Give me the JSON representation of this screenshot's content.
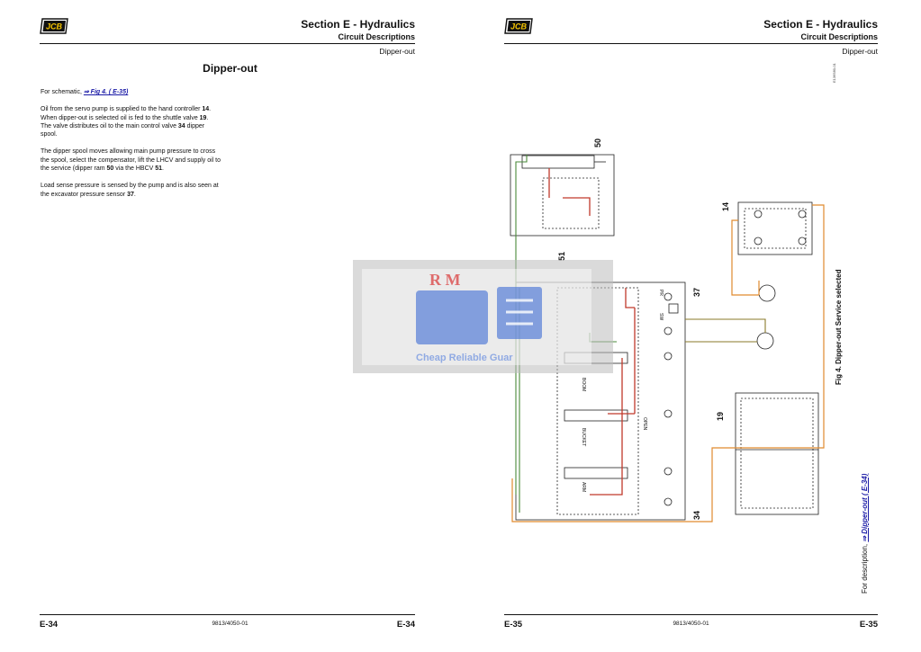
{
  "left_page": {
    "header": {
      "title": "Section E - Hydraulics",
      "subtitle": "Circuit Descriptions",
      "topic": "Dipper-out"
    },
    "heading": "Dipper-out",
    "para1": {
      "prefix": "For schematic, ",
      "link": "⇒ Fig 4. ( E-35)"
    },
    "para2": {
      "t1": "Oil from the servo pump is supplied to the hand controller ",
      "b1": "14",
      "t2": ". When dipper-out is selected oil is fed to the shuttle valve ",
      "b2": "19",
      "t3": ". The valve distributes oil to the main control valve ",
      "b3": "34",
      "t4": " dipper spool."
    },
    "para3": {
      "t1": "The dipper spool moves allowing main pump pressure to cross the spool, select the compensator, lift the LHCV and supply oil to the service (dipper ram ",
      "b1": "50",
      "t2": " via the HBCV ",
      "b2": "51",
      "t3": "."
    },
    "para4": {
      "t1": "Load sense pressure is sensed by the pump and is also seen at the excavator pressure sensor ",
      "b1": "37",
      "t2": "."
    },
    "footer": {
      "page": "E-34",
      "doc": "9813/4050-01"
    }
  },
  "right_page": {
    "header": {
      "title": "Section E - Hydraulics",
      "subtitle": "Circuit Descriptions",
      "topic": "Dipper-out"
    },
    "drawing_id": "E136580-01",
    "figure_caption": "Fig 4. Dipper-out Service selected",
    "description": {
      "prefix": "For description, ",
      "link": "⇒ Dipper-out ( E-34)"
    },
    "callouts": {
      "c50": "50",
      "c51": "51",
      "c14": "14",
      "c37": "37",
      "c19": "19",
      "c34": "34"
    },
    "spool_labels": {
      "boom": "BOOM",
      "bucket": "BUCKET",
      "arm": "ARM",
      "open": "OPEN",
      "pr": "PR",
      "sw": "SW"
    },
    "footer": {
      "page": "E-35",
      "doc": "9813/4050-01"
    }
  },
  "brand": {
    "logo_text": "JCB"
  },
  "watermark": {
    "brand": "R M",
    "tagline": "Cheap Reliable Guar"
  },
  "colors": {
    "red": "#c0392b",
    "green": "#4a8a3a",
    "orange": "#e08a2e",
    "olive": "#8a7a2a",
    "blue": "#1a1aa6"
  }
}
